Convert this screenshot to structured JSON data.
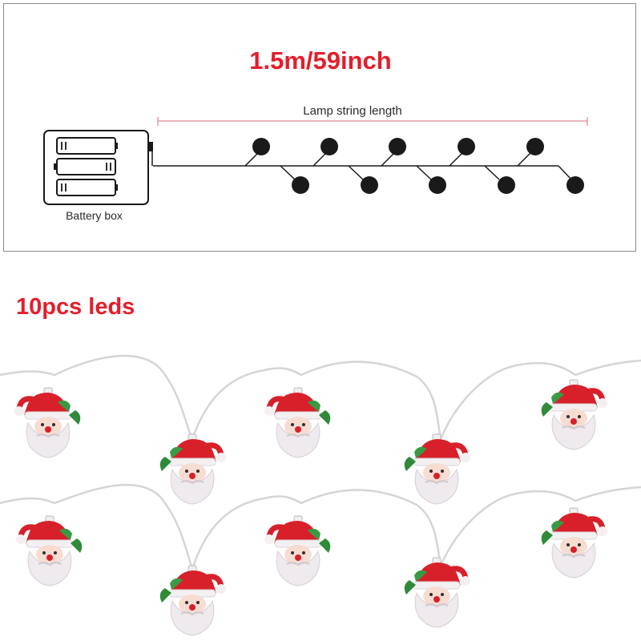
{
  "diagram": {
    "length_title": "1.5m/59inch",
    "lamp_string_label": "Lamp string length",
    "battery_label": "Battery box",
    "colors": {
      "accent_red": "#e41e2b",
      "line_pink": "#e59aa6",
      "ink": "#1a1a1a"
    }
  },
  "product": {
    "leds_label": "10pcs leds",
    "led_count": 10,
    "led_icon": "santa-claus-head-icon"
  }
}
